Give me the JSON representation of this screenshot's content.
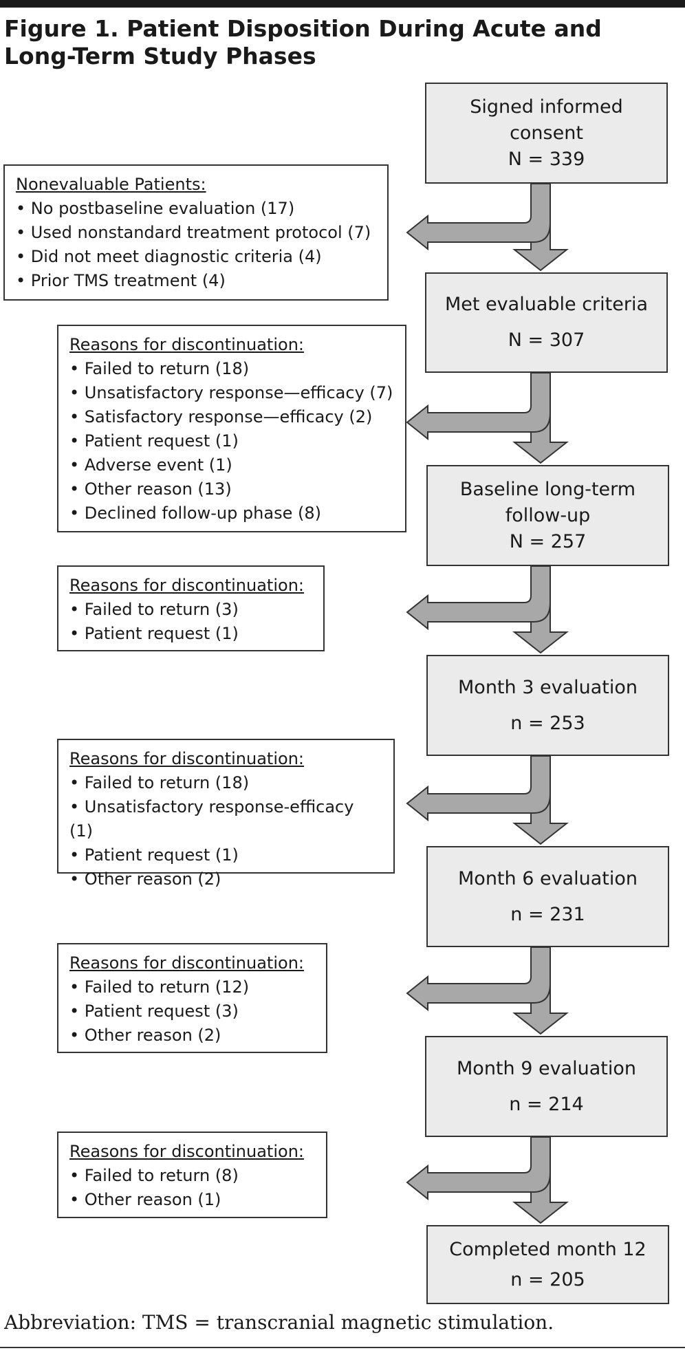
{
  "figure": {
    "title": "Figure 1. Patient Disposition During Acute and Long-Term Study Phases",
    "footnote": "Abbreviation: TMS = transcranial magnetic stimulation."
  },
  "stages": [
    {
      "label": "Signed informed consent",
      "count": "N = 339"
    },
    {
      "label": "Met evaluable criteria",
      "count": "N = 307"
    },
    {
      "label": "Baseline long-term follow-up",
      "count": "N = 257"
    },
    {
      "label": "Month 3 evaluation",
      "count": "n = 253"
    },
    {
      "label": "Month 6 evaluation",
      "count": "n = 231"
    },
    {
      "label": "Month 9 evaluation",
      "count": "n = 214"
    },
    {
      "label": "Completed month 12",
      "count": "n = 205"
    }
  ],
  "exclusions": [
    {
      "heading": "Nonevaluable Patients:",
      "items": [
        "No postbaseline evaluation (17)",
        "Used nonstandard treatment protocol (7)",
        "Did not meet diagnostic criteria (4)",
        "Prior TMS treatment (4)"
      ]
    },
    {
      "heading": "Reasons for discontinuation:",
      "items": [
        "Failed to return (18)",
        "Unsatisfactory response—efficacy (7)",
        "Satisfactory response—efficacy (2)",
        "Patient request (1)",
        "Adverse event (1)",
        "Other reason (13)",
        "Declined follow-up phase (8)"
      ]
    },
    {
      "heading": "Reasons for discontinuation:",
      "items": [
        "Failed to return (3)",
        "Patient request (1)"
      ]
    },
    {
      "heading": "Reasons for discontinuation:",
      "items": [
        "Failed to return (18)",
        "Unsatisfactory response-efficacy (1)",
        "Patient request (1)",
        "Other reason (2)"
      ]
    },
    {
      "heading": "Reasons for discontinuation:",
      "items": [
        "Failed to return (12)",
        "Patient request (3)",
        "Other reason (2)"
      ]
    },
    {
      "heading": "Reasons for discontinuation:",
      "items": [
        "Failed to return (8)",
        "Other reason (1)"
      ]
    }
  ],
  "colors": {
    "box_fill": "#ebebeb",
    "arrow_fill": "#a8a8a8",
    "border": "#333333"
  }
}
